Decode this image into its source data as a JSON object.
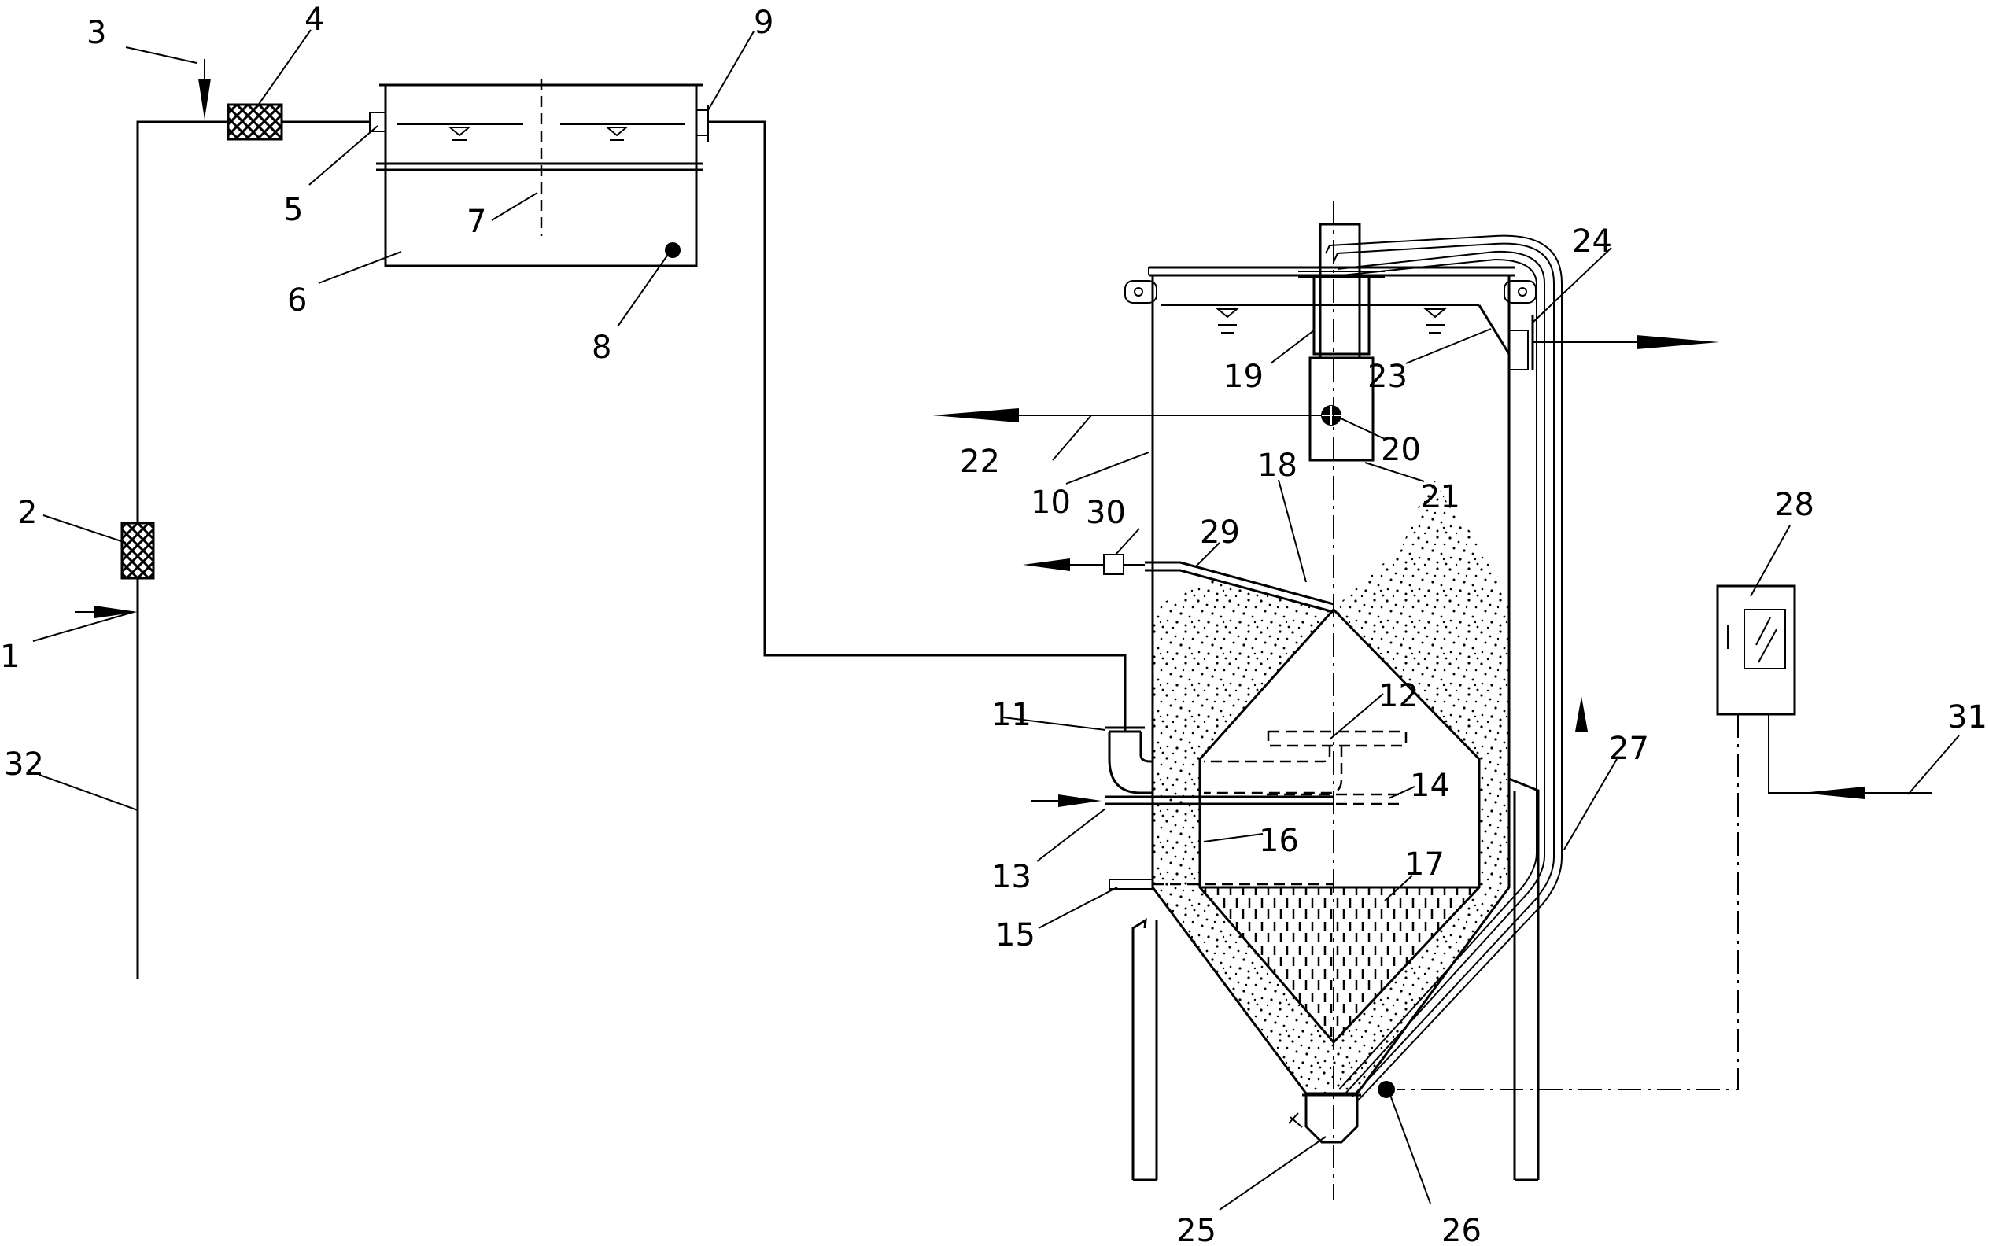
{
  "labels": {
    "n1": "1",
    "n2": "2",
    "n3": "3",
    "n4": "4",
    "n5": "5",
    "n6": "6",
    "n7": "7",
    "n8": "8",
    "n9": "9",
    "n10": "10",
    "n11": "11",
    "n12": "12",
    "n13": "13",
    "n14": "14",
    "n15": "15",
    "n16": "16",
    "n17": "17",
    "n18": "18",
    "n19": "19",
    "n20": "20",
    "n21": "21",
    "n22": "22",
    "n23": "23",
    "n24": "24",
    "n25": "25",
    "n26": "26",
    "n27": "27",
    "n28": "28",
    "n29": "29",
    "n30": "30",
    "n31": "31",
    "n32": "32"
  },
  "colors": {
    "line": "#000000",
    "background": "#ffffff"
  }
}
